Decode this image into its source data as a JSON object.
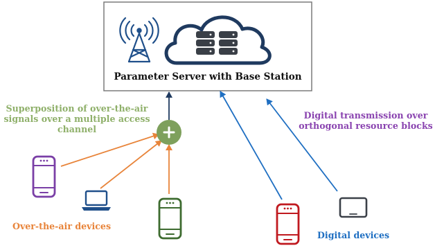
{
  "server": {
    "label": "Parameter Server with Base Station"
  },
  "labels": {
    "ota_superposition": "Superposition of over-the-air signals over a multiple access channel",
    "digital_transmission": "Digital transmission over orthogonal resource blocks",
    "ota_devices": "Over-the-air devices",
    "digital_devices": "Digital devices"
  },
  "colors": {
    "ota": "#e8843a",
    "digital": "#1f6fc2",
    "superposition_text": "#8fb06a",
    "digital_transmission_text": "#8a44b0",
    "sum_node": "#7ea05c",
    "phone_purple": "#7a3fa6",
    "phone_green": "#3d6b2f",
    "phone_red": "#c0191f",
    "laptop_blue": "#1f4f8a",
    "tablet_dark": "#3b4048",
    "cloud_navy": "#1f3a5f"
  },
  "icons": {
    "tower": "cell-tower-icon",
    "cloud": "cloud-database-icon",
    "sum": "plus-icon",
    "devices": [
      "smartphone-icon",
      "laptop-icon",
      "smartphone-icon",
      "smartphone-icon",
      "tablet-icon"
    ]
  }
}
